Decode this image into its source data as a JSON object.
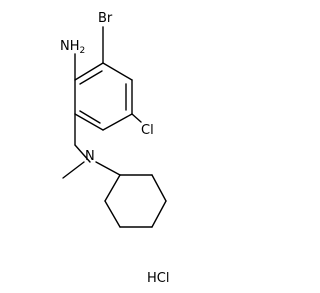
{
  "molecule": {
    "atom_labels": {
      "amine": "NH2",
      "bromine": "Br",
      "chlorine": "Cl",
      "nitrogen": "N"
    },
    "salt": "HCl"
  },
  "colors": {
    "ink": "#000000",
    "background": "#ffffff"
  }
}
